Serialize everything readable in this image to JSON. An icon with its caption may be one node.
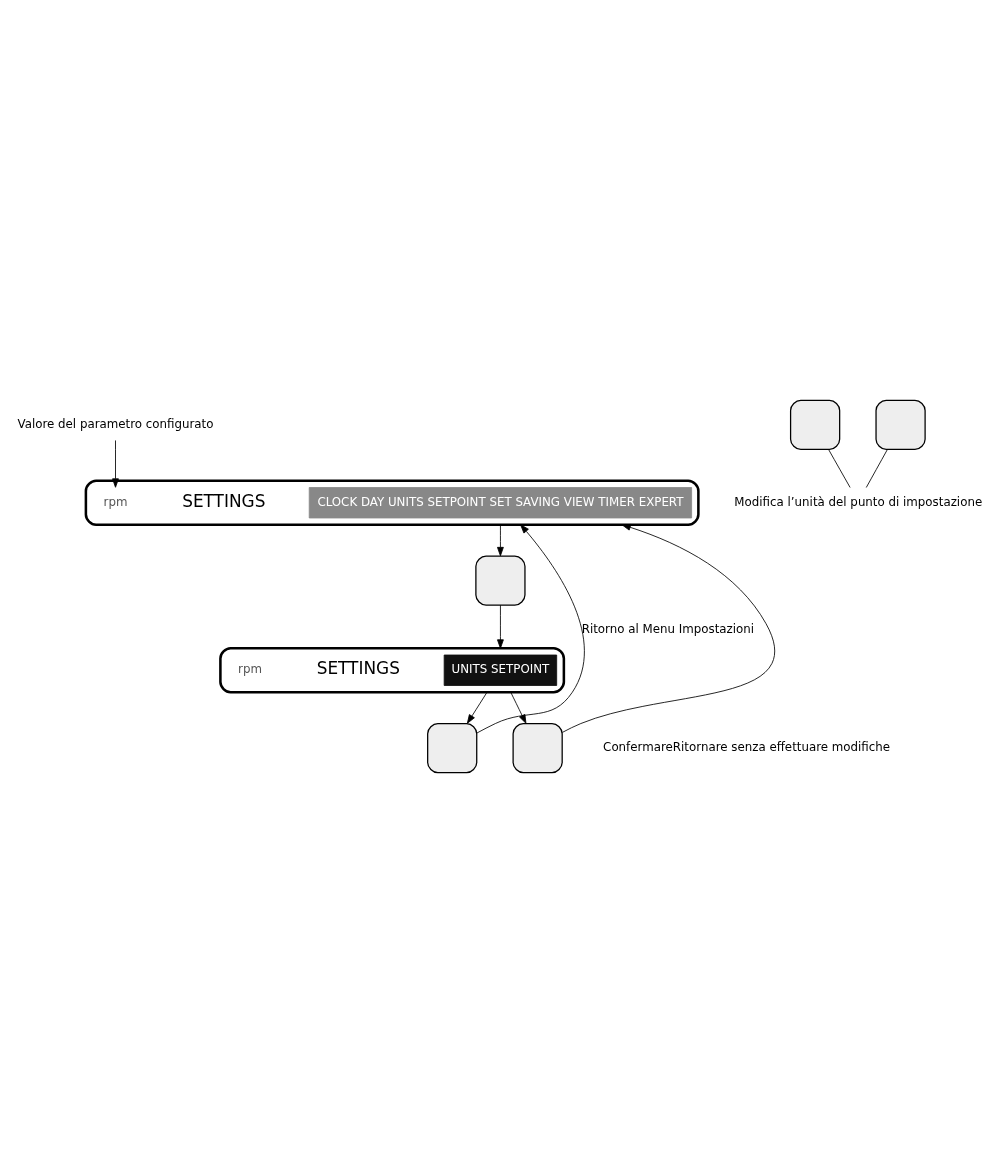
{
  "diagram": {
    "nodes": [
      {
        "text": [],
        "shape": "box"
      },
      {
        "text": [
          "CLOCK DAY UNITS SETPOINT SET SAVING VIEW TIMER EXPERT"
        ],
        "in": 0
      },
      {
        "text": [
          "SETTINGS"
        ],
        "in": 0
      },
      {
        "text": [
          "rpm"
        ],
        "in": 0
      },
      {
        "text": [
          "Valore del parametro configurato"
        ]
      },
      {
        "text": [],
        "shape": "box"
      },
      {
        "text": [],
        "shape": "box"
      },
      {
        "text": [
          "UNITS SETPOINT"
        ],
        "in": 6
      },
      {
        "text": [
          "SETTINGS"
        ],
        "in": 6
      },
      {
        "text": [
          "rpm"
        ],
        "in": 6
      },
      {
        "text": [],
        "shape": "box"
      },
      {
        "text": [],
        "shape": "box"
      },
      {
        "text": [
          "Modifica l’unità del punto di impostazione"
        ]
      },
      {
        "text": [],
        "shape": "box"
      },
      {
        "text": [],
        "shape": "box"
      }
    ],
    "edges": [
      {
        "from": 4,
        "to": 3,
        "arrow": "to"
      },
      {
        "from": 0,
        "to": 5,
        "arrow": "to"
      },
      {
        "from": 5,
        "to": 6,
        "arrow": "to"
      },
      {
        "from": 10,
        "to": 12,
        "arrow": "none"
      },
      {
        "from": 11,
        "to": 12,
        "arrow": "none"
      },
      {
        "from": 6,
        "to": 13,
        "arrow": "to"
      },
      {
        "from": 6,
        "to": 14,
        "arrow": "to"
      },
      {
        "from": 13,
        "to": 0,
        "arrow": "to",
        "label": "Ritorno al Menu Impostazioni"
      },
      {
        "from": 14,
        "to": 0,
        "arrow": "to"
      }
    ],
    "labels": [
      "ConfermareRitornare senza effettuare modifiche"
    ]
  }
}
